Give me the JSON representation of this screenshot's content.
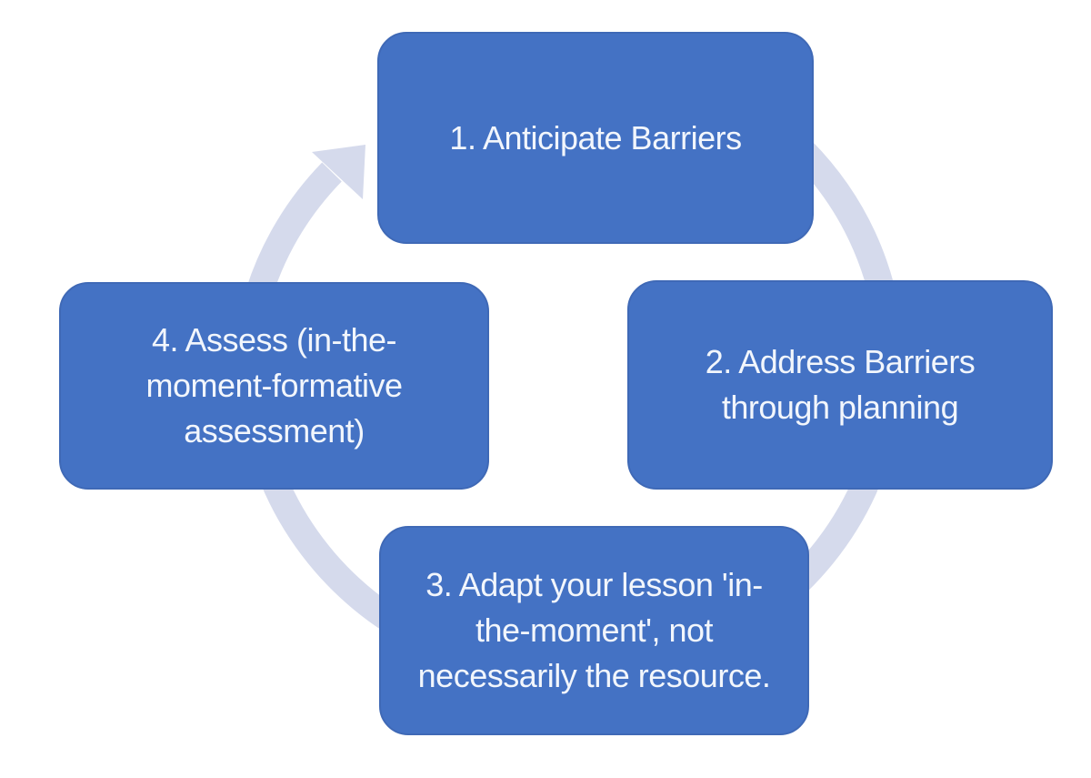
{
  "diagram": {
    "type": "cycle",
    "flow_direction": "clockwise",
    "colors": {
      "background": "#FFFFFF",
      "box_fill": "#4472C4",
      "box_border": "#3F69B6",
      "box_text": "#F2F6FC",
      "arrow": "#D5DAEC"
    },
    "steps": [
      {
        "position": "top",
        "label": "1. Anticipate Barriers"
      },
      {
        "position": "right",
        "label": "2. Address Barriers\nthrough planning"
      },
      {
        "position": "bottom",
        "label": "3. Adapt your lesson 'in-\nthe-moment', not\nnecessarily the resource."
      },
      {
        "position": "left",
        "label": "4. Assess (in-the-\nmoment-formative\nassessment)"
      }
    ]
  }
}
